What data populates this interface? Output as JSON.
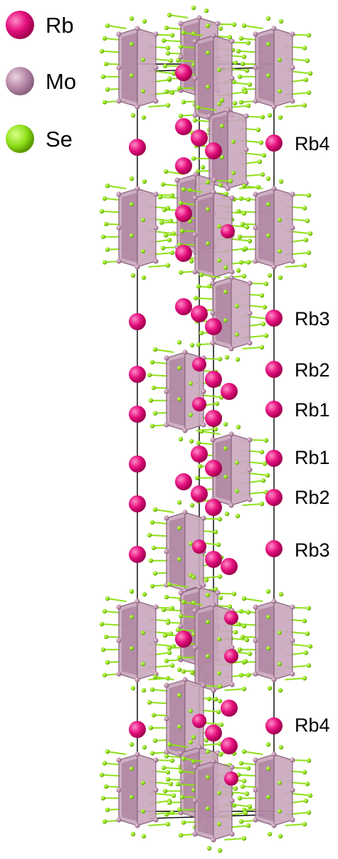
{
  "legend": [
    {
      "label": "Rb",
      "color": "#e6117f"
    },
    {
      "label": "Mo",
      "color": "#b889a8"
    },
    {
      "label": "Se",
      "color": "#8fe01a"
    }
  ],
  "site_labels": [
    "Rb4",
    "Rb3",
    "Rb2",
    "Rb1",
    "Rb1",
    "Rb2",
    "Rb3",
    "Rb4"
  ],
  "colors": {
    "rb": "#e6117f",
    "mo": "#b889a8",
    "mo_face": "#c9a6bd",
    "se": "#8fe01a",
    "bond": "#000000"
  }
}
